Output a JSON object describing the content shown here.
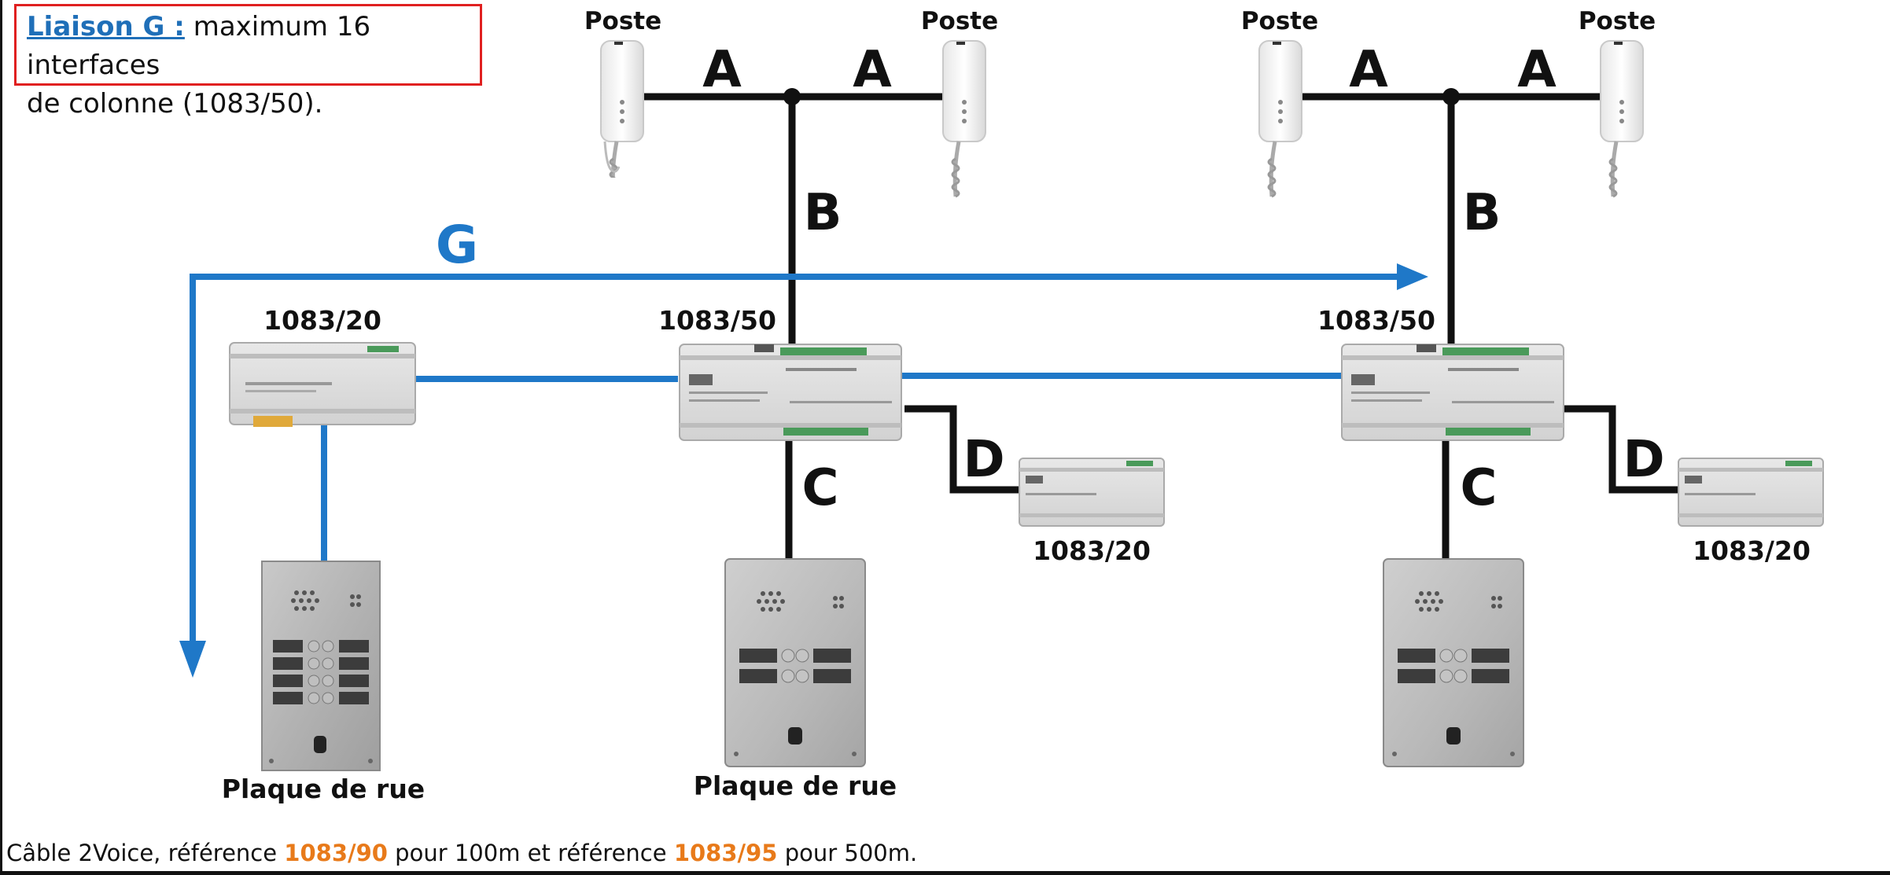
{
  "note": {
    "link_label": "Liaison G :",
    "text_line1": " maximum 16 interfaces",
    "text_line2": "de colonne (1083/50)."
  },
  "stations": {
    "label": "Poste"
  },
  "modules": {
    "power_supply_left": "1083/20",
    "column_interface_1": "1083/50",
    "column_interface_2": "1083/50",
    "power_supply_right_1": "1083/20",
    "power_supply_right_2": "1083/20"
  },
  "panels": {
    "label_1": "Plaque de rue",
    "label_2": "Plaque de rue"
  },
  "links": {
    "A": "A",
    "B": "B",
    "C": "C",
    "D": "D",
    "G": "G"
  },
  "footer": {
    "prefix": "Câble 2Voice, référence ",
    "ref1": "1083/90",
    "middle": " pour 100m et référence ",
    "ref2": "1083/95",
    "suffix": " pour 500m."
  },
  "colors": {
    "link_blue": "#1f78c8",
    "note_border": "#e02020",
    "ref_orange": "#e87a1a",
    "wire_black": "#111111"
  }
}
